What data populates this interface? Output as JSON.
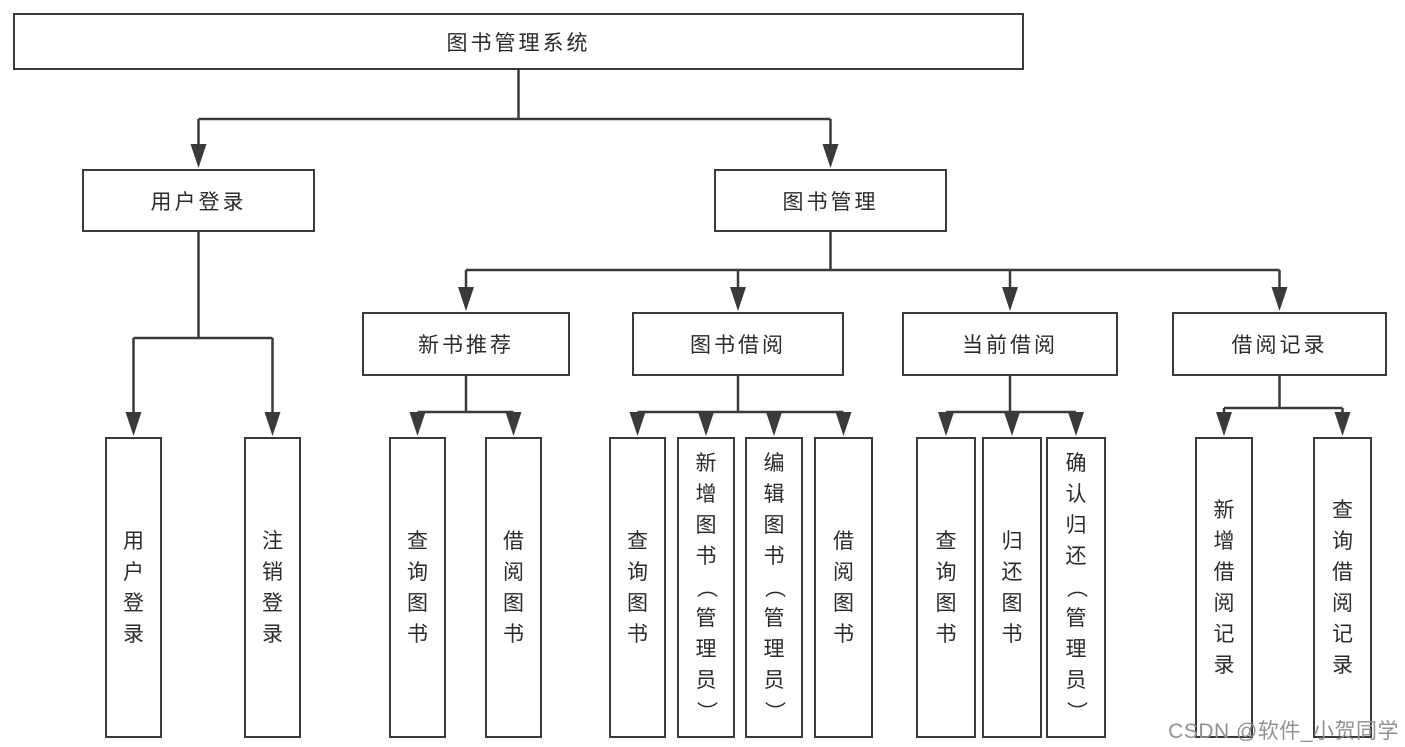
{
  "diagram_type": "hierarchy-tree",
  "watermark": "CSDN @软件_小贺同学",
  "colors": {
    "line": "#3a3a3a",
    "box_border": "#3a3a3a",
    "text": "#2b2b2b",
    "watermark": "#949090",
    "background": "#ffffff"
  },
  "tree": {
    "label": "图书管理系统",
    "children": [
      {
        "label": "用户登录",
        "children": [
          {
            "label": "用户登录"
          },
          {
            "label": "注销登录"
          }
        ]
      },
      {
        "label": "图书管理",
        "children": [
          {
            "label": "新书推荐",
            "children": [
              {
                "label": "查询图书"
              },
              {
                "label": "借阅图书"
              }
            ]
          },
          {
            "label": "图书借阅",
            "children": [
              {
                "label": "查询图书"
              },
              {
                "label": "新增图书（管理员）"
              },
              {
                "label": "编辑图书（管理员）"
              },
              {
                "label": "借阅图书"
              }
            ]
          },
          {
            "label": "当前借阅",
            "children": [
              {
                "label": "查询图书"
              },
              {
                "label": "归还图书"
              },
              {
                "label": "确认归还（管理员）"
              }
            ]
          },
          {
            "label": "借阅记录",
            "children": [
              {
                "label": "新增借阅记录"
              },
              {
                "label": "查询借阅记录"
              }
            ]
          }
        ]
      }
    ]
  }
}
